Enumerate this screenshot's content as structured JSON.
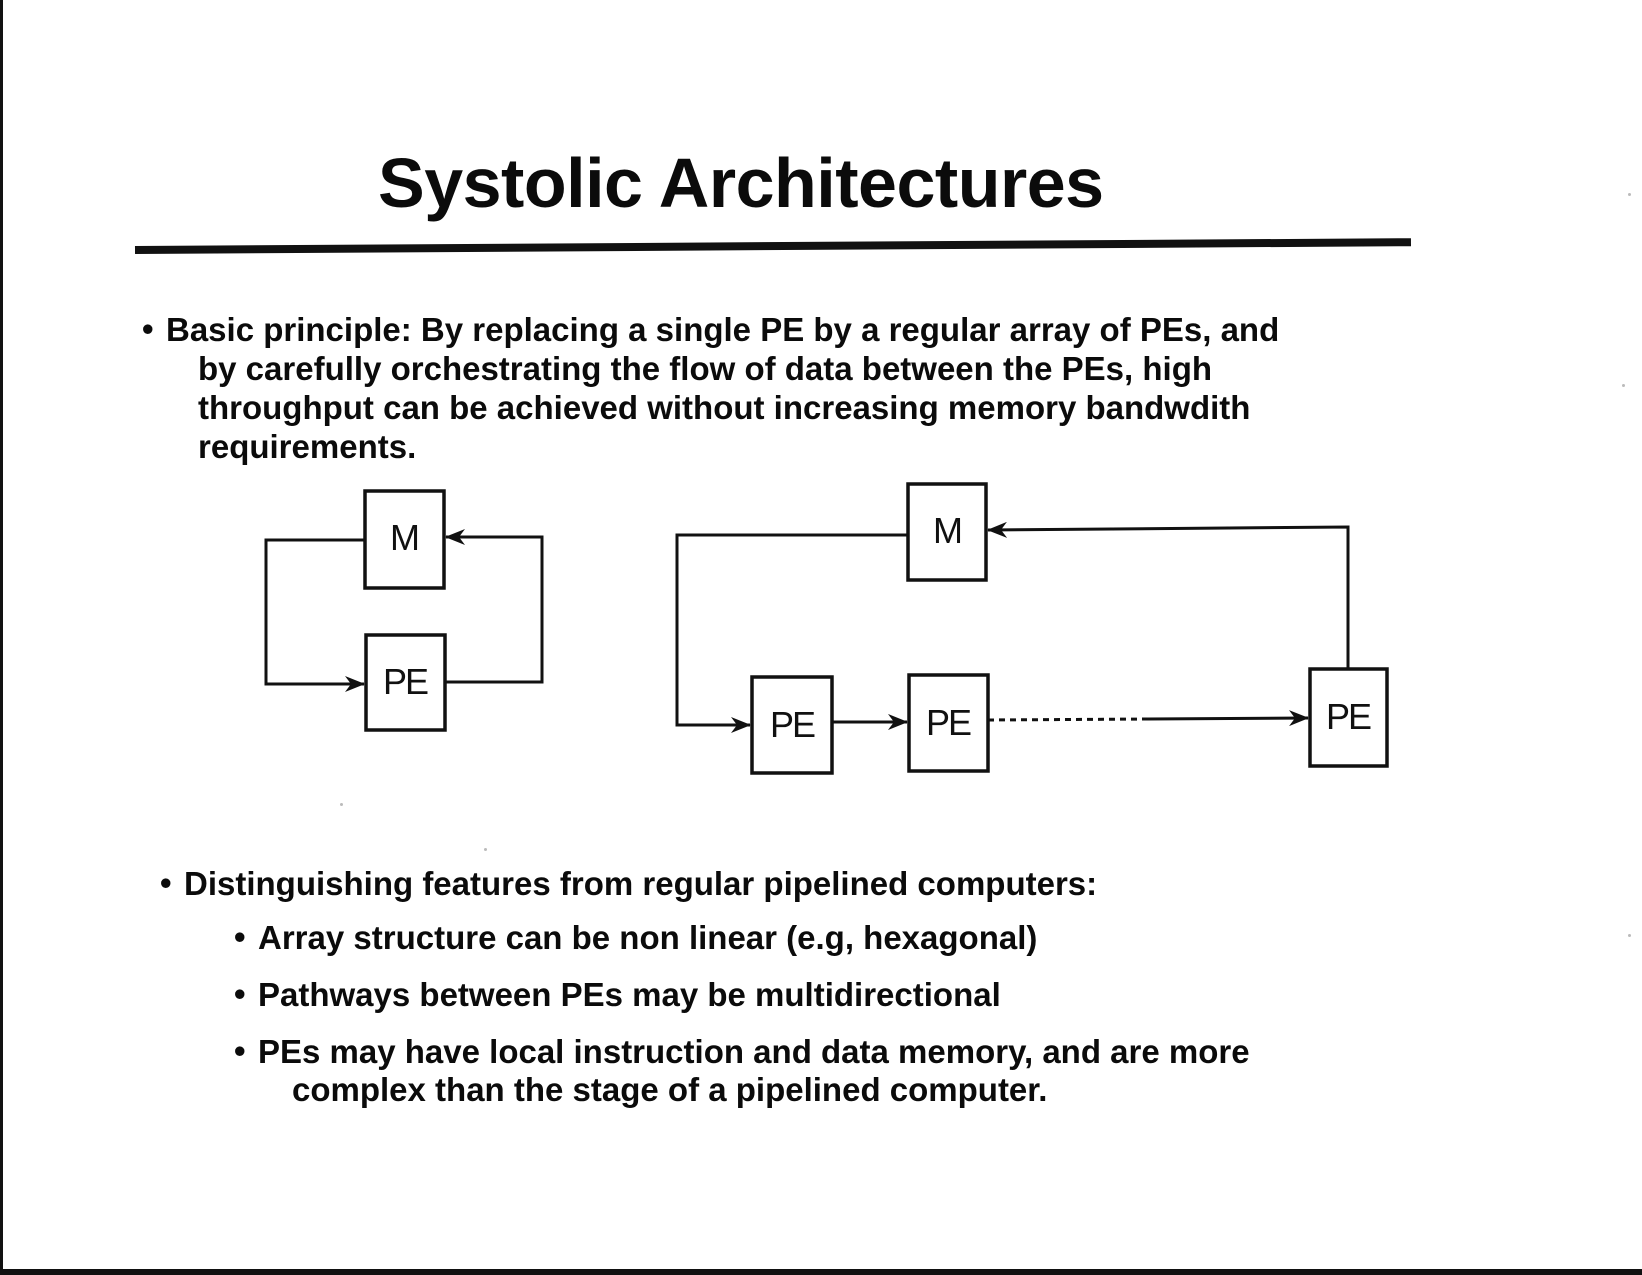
{
  "slide": {
    "title": "Systolic Architectures",
    "bullet_symbol": "•",
    "basic_principle": {
      "lines": [
        "Basic principle:  By replacing a single PE by a regular array of PEs, and",
        "by carefully orchestrating the flow of data between the PEs, high",
        "throughput can be achieved without increasing memory bandwdith",
        "requirements."
      ]
    },
    "features": {
      "heading": "Distinguishing features from regular pipelined computers:",
      "items": [
        "Array structure can be non linear (e.g, hexagonal)",
        "Pathways between PEs may be multidirectional",
        "PEs may have local instruction and data memory, and are more"
      ],
      "last_item_continuation": "complex than the stage of a pipelined computer."
    }
  },
  "diagram_left": {
    "memory_label": "M",
    "pe_label": "PE"
  },
  "diagram_right": {
    "memory_label": "M",
    "pe_labels": [
      "PE",
      "PE",
      "PE"
    ]
  }
}
